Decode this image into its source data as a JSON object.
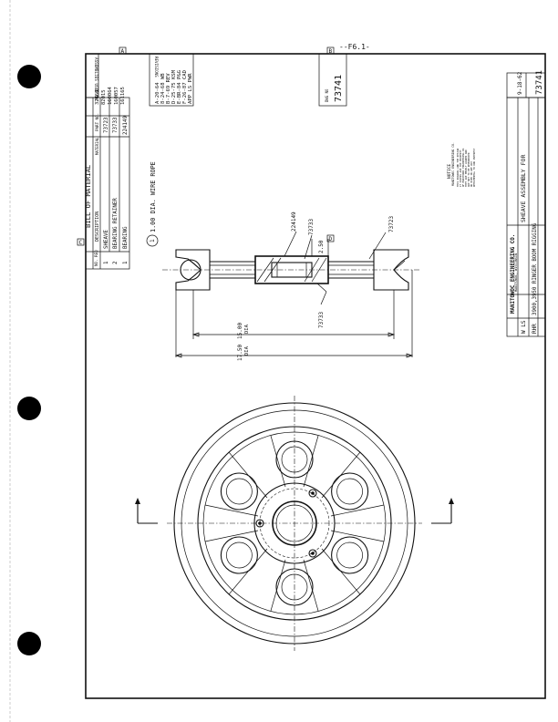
{
  "corner_mark": "--F6.1-",
  "bom": {
    "title": "BILL OF MATERIAL",
    "headers": [
      "NO. REQ",
      "DESCRIPTION",
      "MATERIAL",
      "PART NO."
    ],
    "rows": [
      {
        "item": "1",
        "desc": "SHEAVE",
        "part": "73723"
      },
      {
        "item": "2",
        "desc": "BEARING RETAINER",
        "part": "73733"
      },
      {
        "item": "1",
        "desc": "BEARING",
        "part": "224149"
      }
    ]
  },
  "assembly_list": {
    "header": "ASSEMBLIES USED ON",
    "items": [
      "32668",
      "82015",
      "160064",
      "160057",
      "161165"
    ]
  },
  "revisions": {
    "header": "REVISIONS",
    "lines": [
      "A-20-64",
      "8-24-68 WB",
      "B-7-69 REV",
      "D-25-75 KSM",
      "E-BR-84 P&G",
      "F-26-87 CAD",
      "APP LS PWR"
    ]
  },
  "dwg_no_label": "DWG NO",
  "drawing_number": "73741",
  "title_block": {
    "company": "MANITOWOC ENGINEERING CO.",
    "company_sub": "MANITOWOC, WISCONSIN",
    "title_line1": "SHEAVE ASSEMBLY FOR",
    "title_line2": "3900,3950 RINGER  BOOM RIGGING",
    "drawn": "W LS",
    "checked": "RHR",
    "date": "9-18-62",
    "number": "73741"
  },
  "notes_title": "NOTICE",
  "notes_sub": "MANITOWOC ENGINEERING CO.",
  "notes_lines": [
    "THIS DRAWING AND THE DESIGN",
    "IT COVERS ARE THE PROPERTY",
    "OF MANITOWOC ENGINEERING CO.",
    "THEY ARE MERELY LOANED AND",
    "ARE NOT TO BE REPRODUCED",
    "OR USED IN ANY WAY",
    "DETRIMENTAL TO OUR INTEREST"
  ],
  "labels": {
    "wire_rope_num": "1",
    "wire_rope": "1.00 DIA. WIRE ROPE",
    "part_224149": "224149",
    "part_73733": "73733",
    "part_73723": "73723",
    "part_73733_b": "73733",
    "dim_250": "2.50",
    "dim_1500": "15.00",
    "dim_1500_dia": "DIA",
    "dim_1750": "17.50",
    "dim_1750_dia": "DIA"
  },
  "zone_marks": [
    "A",
    "B",
    "C",
    "D"
  ]
}
